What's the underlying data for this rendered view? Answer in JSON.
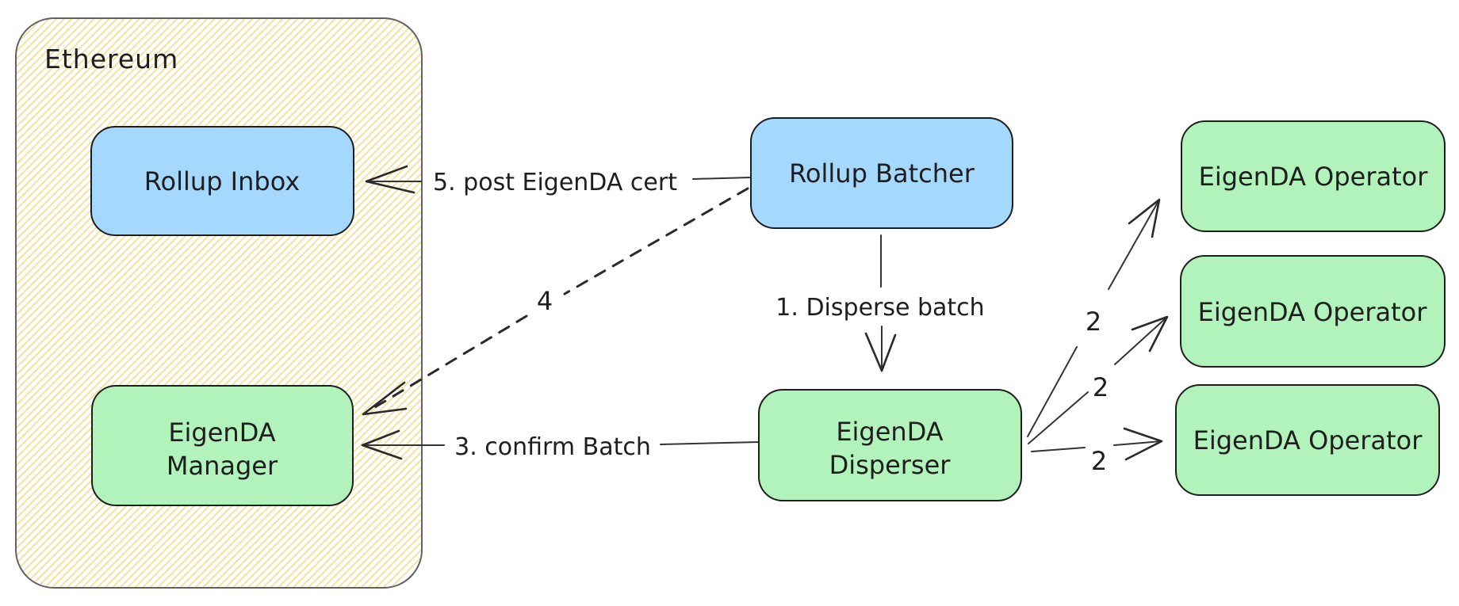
{
  "diagram": {
    "container": {
      "label": "Ethereum"
    },
    "nodes": {
      "rollup_inbox": {
        "label": "Rollup Inbox"
      },
      "eigenda_manager": {
        "line1": "EigenDA",
        "line2": "Manager"
      },
      "rollup_batcher": {
        "label": "Rollup Batcher"
      },
      "eigenda_disperser": {
        "line1": "EigenDA",
        "line2": "Disperser"
      },
      "operator_top": {
        "label": "EigenDA Operator"
      },
      "operator_middle": {
        "label": "EigenDA Operator"
      },
      "operator_bottom": {
        "label": "EigenDA Operator"
      }
    },
    "edges": {
      "e1_disperse_batch": {
        "label": "1. Disperse batch"
      },
      "e2_to_operator_top": {
        "label": "2"
      },
      "e2_to_operator_middle": {
        "label": "2"
      },
      "e2_to_operator_bottom": {
        "label": "2"
      },
      "e3_confirm_batch": {
        "label": "3. confirm Batch"
      },
      "e4_dashed": {
        "label": "4"
      },
      "e5_post_cert": {
        "label": "5. post EigenDA cert"
      }
    },
    "colors": {
      "node_blue": "#a5d8ff",
      "node_green": "#b2f2bb",
      "stroke": "#1e1e1e",
      "container_stroke": "#5f6368",
      "hatch_yellow": "#f6dd87",
      "canvas": "#ffffff",
      "edge": "#343434"
    }
  }
}
